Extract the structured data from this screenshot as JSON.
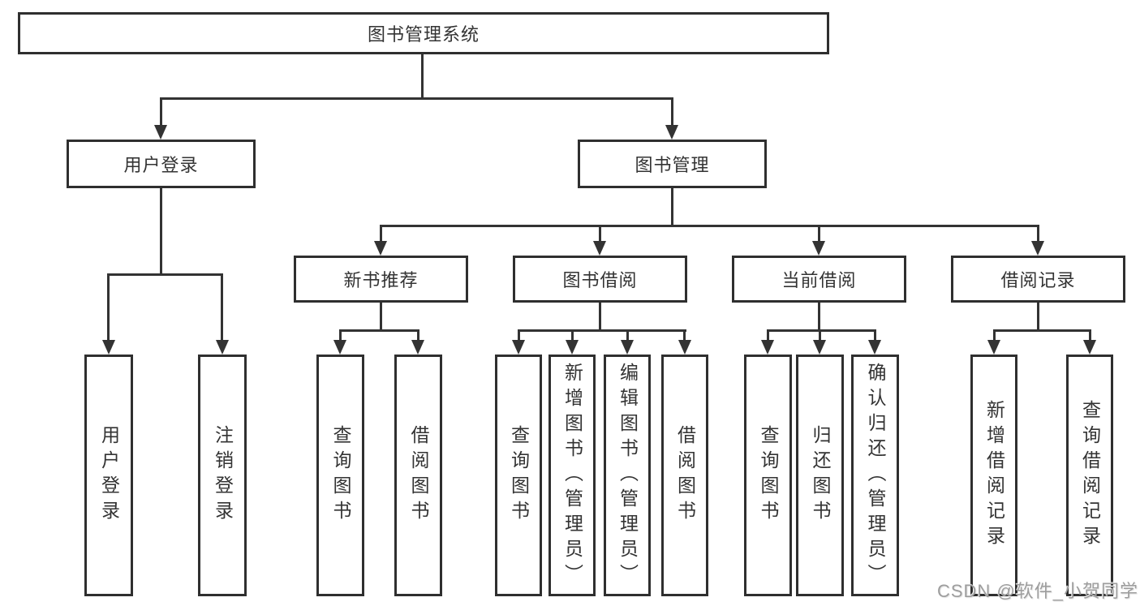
{
  "diagram": {
    "type": "hierarchy-tree",
    "root": {
      "label": "图书管理系统",
      "children": [
        {
          "label": "用户登录",
          "children": [
            {
              "label": "用户登录"
            },
            {
              "label": "注销登录"
            }
          ]
        },
        {
          "label": "图书管理",
          "children": [
            {
              "label": "新书推荐",
              "children": [
                {
                  "label": "查询图书"
                },
                {
                  "label": "借阅图书"
                }
              ]
            },
            {
              "label": "图书借阅",
              "children": [
                {
                  "label": "查询图书"
                },
                {
                  "label": "新增图书（管理员）"
                },
                {
                  "label": "编辑图书（管理员）"
                },
                {
                  "label": "借阅图书"
                }
              ]
            },
            {
              "label": "当前借阅",
              "children": [
                {
                  "label": "查询图书"
                },
                {
                  "label": "归还图书"
                },
                {
                  "label": "确认归还（管理员）"
                }
              ]
            },
            {
              "label": "借阅记录",
              "children": [
                {
                  "label": "新增借阅记录"
                },
                {
                  "label": "查询借阅记录"
                }
              ]
            }
          ]
        }
      ]
    }
  },
  "watermark": {
    "text": "CSDN @软件_小贺同学"
  },
  "colors": {
    "line": "#333333",
    "box_border": "#2f2f2f",
    "box_fill": "#ffffff",
    "text": "#333333",
    "watermark": "#9d9d9d",
    "background": "#ffffff"
  }
}
